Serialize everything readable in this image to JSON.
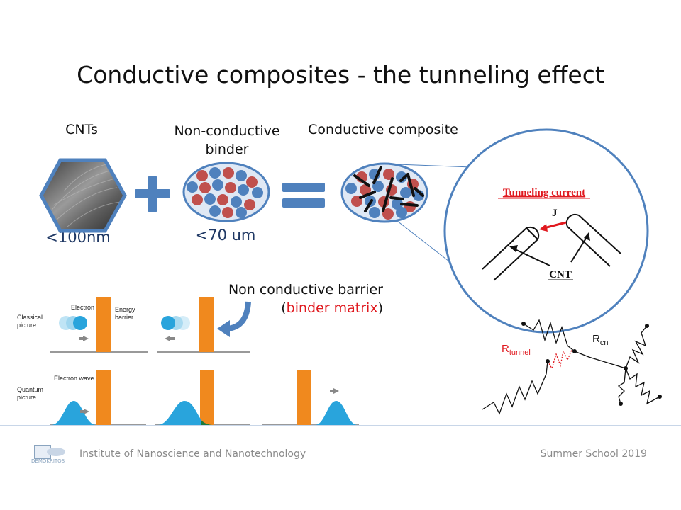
{
  "slide": {
    "title": "Conductive composites - the tunneling effect",
    "cnts_label": "CNTs",
    "cnts_size": "<100nm",
    "binder_label_line1": "Non-conductive",
    "binder_label_line2": "binder",
    "binder_size": "<70 um",
    "composite_label": "Conductive composite",
    "barrier_line1": "Non conductive barrier",
    "barrier_open": "(",
    "barrier_red": "binder matrix",
    "barrier_close": ")"
  },
  "zoom": {
    "tunneling_title": "Tunneling current",
    "j_label": "J",
    "cnt_label": "CNT"
  },
  "tunneling_diagram": {
    "classical_label_1": "Classical",
    "classical_label_2": "picture",
    "electron_label": "Electron",
    "energy_barrier_1": "Energy",
    "energy_barrier_2": "barrier",
    "quantum_label_1": "Quantum",
    "quantum_label_2": "picture",
    "electron_wave_label": "Electron wave"
  },
  "circuit": {
    "r_tunnel": "R",
    "r_tunnel_sub": "tunnel",
    "r_cn": "R",
    "r_cn_sub": "cn"
  },
  "footer": {
    "institute": "Institute of Nanoscience and Nanotechnology",
    "school": "Summer School 2019",
    "logo_text": "DEMOKRITOS"
  },
  "colors": {
    "accent_blue": "#4f81bd",
    "red_dot": "#c0504d",
    "orange_barrier": "#f0891e",
    "wave_blue": "#29a4dc",
    "red_text": "#e0191f"
  }
}
